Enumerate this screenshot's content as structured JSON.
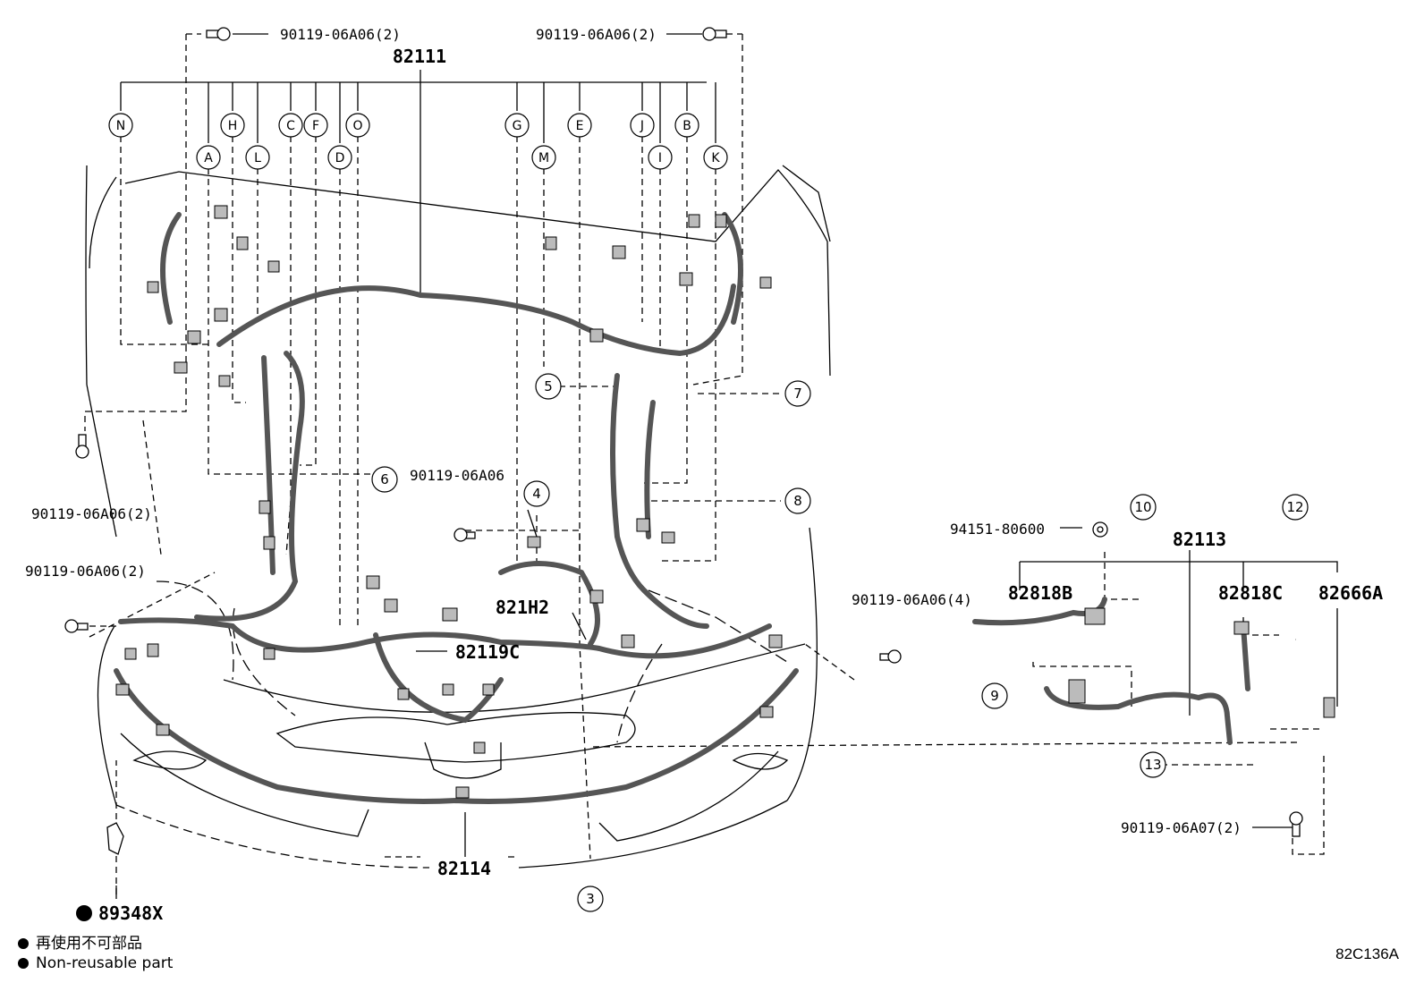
{
  "parts": {
    "p82111": "82111",
    "p82113": "82113",
    "p82114": "82114",
    "p821H2": "821H2",
    "p82119C": "82119C",
    "p82818B": "82818B",
    "p82818C": "82818C",
    "p82666A": "82666A",
    "p89348X": "89348X",
    "bolt_top_left": "90119-06A06(2)",
    "bolt_top_right": "90119-06A06(2)",
    "bolt_left_mid": "90119-06A06(2)",
    "bolt_left_lower": "90119-06A06(2)",
    "bolt_center": "90119-06A06",
    "bolt_right": "90119-06A06(4)",
    "bolt_lower_right": "90119-06A07(2)",
    "nut_9415": "94151-80600"
  },
  "connectors": {
    "N": "N",
    "A": "A",
    "H": "H",
    "L": "L",
    "C": "C",
    "F": "F",
    "D": "D",
    "O": "O",
    "G": "G",
    "M": "M",
    "E": "E",
    "J": "J",
    "I": "I",
    "B": "B",
    "K": "K"
  },
  "callouts": {
    "c3": "3",
    "c4": "4",
    "c5": "5",
    "c6": "6",
    "c7": "7",
    "c8": "8",
    "c9": "9",
    "c10": "10",
    "c12": "12",
    "c13": "13"
  },
  "legend": {
    "jp": "再使用不可部品",
    "en": "Non-reusable part"
  },
  "footer_code": "82C136A",
  "colors": {
    "line": "#000000",
    "harness": "#6e6e6e"
  }
}
